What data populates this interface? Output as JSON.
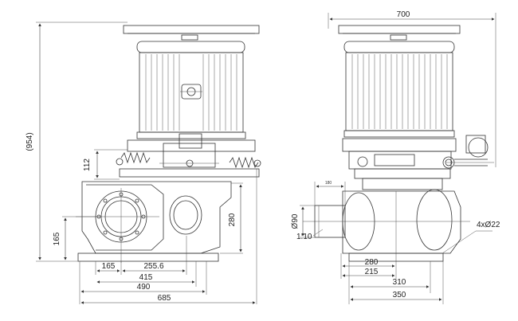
{
  "side_view": {
    "height_overall": "(954)",
    "height_coupling": "112",
    "height_inlet_center": "165",
    "height_body": "280",
    "width_165": "165",
    "width_255": "255.6",
    "width_415": "415",
    "width_490": "490",
    "width_685": "685"
  },
  "front_view": {
    "width_overall": "700",
    "pipe_length": "180",
    "pipe_diameter": "Ø90",
    "taper": "1:10",
    "bolts": "4xØ22",
    "base_280": "280",
    "base_215": "215",
    "base_310": "310",
    "base_350": "350"
  }
}
